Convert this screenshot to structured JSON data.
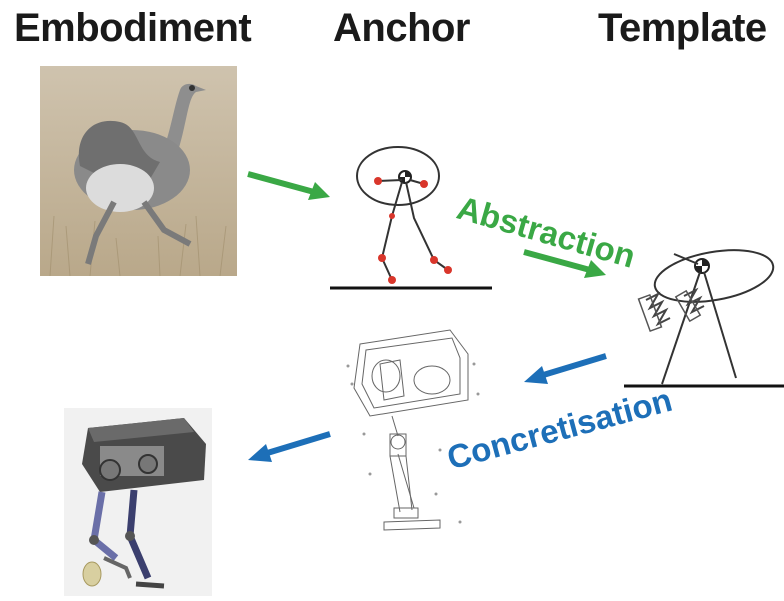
{
  "headings": {
    "embodiment": "Embodiment",
    "anchor": "Anchor",
    "template": "Template"
  },
  "labels": {
    "abstraction": "Abstraction",
    "concretisation": "Concretisation"
  },
  "colors": {
    "abstraction": "#3aa845",
    "concretisation": "#1d6fb8",
    "joint": "#d9362b",
    "line": "#222222"
  }
}
